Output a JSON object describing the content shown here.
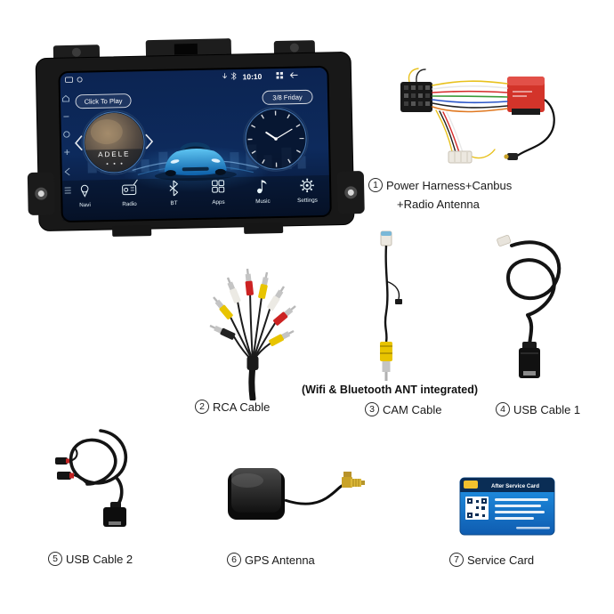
{
  "colors": {
    "screen_bg": "#0c2452",
    "car_blue": "#2a9de0",
    "canbus_red": "#d3342a",
    "rca_yellow": "#e8c400",
    "card_blue": "#1673c8",
    "connector_gold": "#c9a227"
  },
  "head_unit": {
    "status_time": "10:10",
    "play_button": "Click To Play",
    "date": "3/8 Friday",
    "album": "ADELE",
    "dock": [
      {
        "label": "Navi"
      },
      {
        "label": "Radio"
      },
      {
        "label": "BT"
      },
      {
        "label": "Apps"
      },
      {
        "label": "Music"
      },
      {
        "label": "Settings"
      }
    ]
  },
  "note": "(Wifi & Bluetooth ANT integrated)",
  "items": [
    {
      "num": "1",
      "label": "Power Harness+Canbus",
      "label2": "+Radio Antenna"
    },
    {
      "num": "2",
      "label": "RCA Cable"
    },
    {
      "num": "3",
      "label": "CAM Cable"
    },
    {
      "num": "4",
      "label": "USB Cable 1"
    },
    {
      "num": "5",
      "label": "USB Cable 2"
    },
    {
      "num": "6",
      "label": "GPS Antenna"
    },
    {
      "num": "7",
      "label": "Service Card"
    }
  ],
  "service_card": {
    "title": "After Service Card"
  }
}
